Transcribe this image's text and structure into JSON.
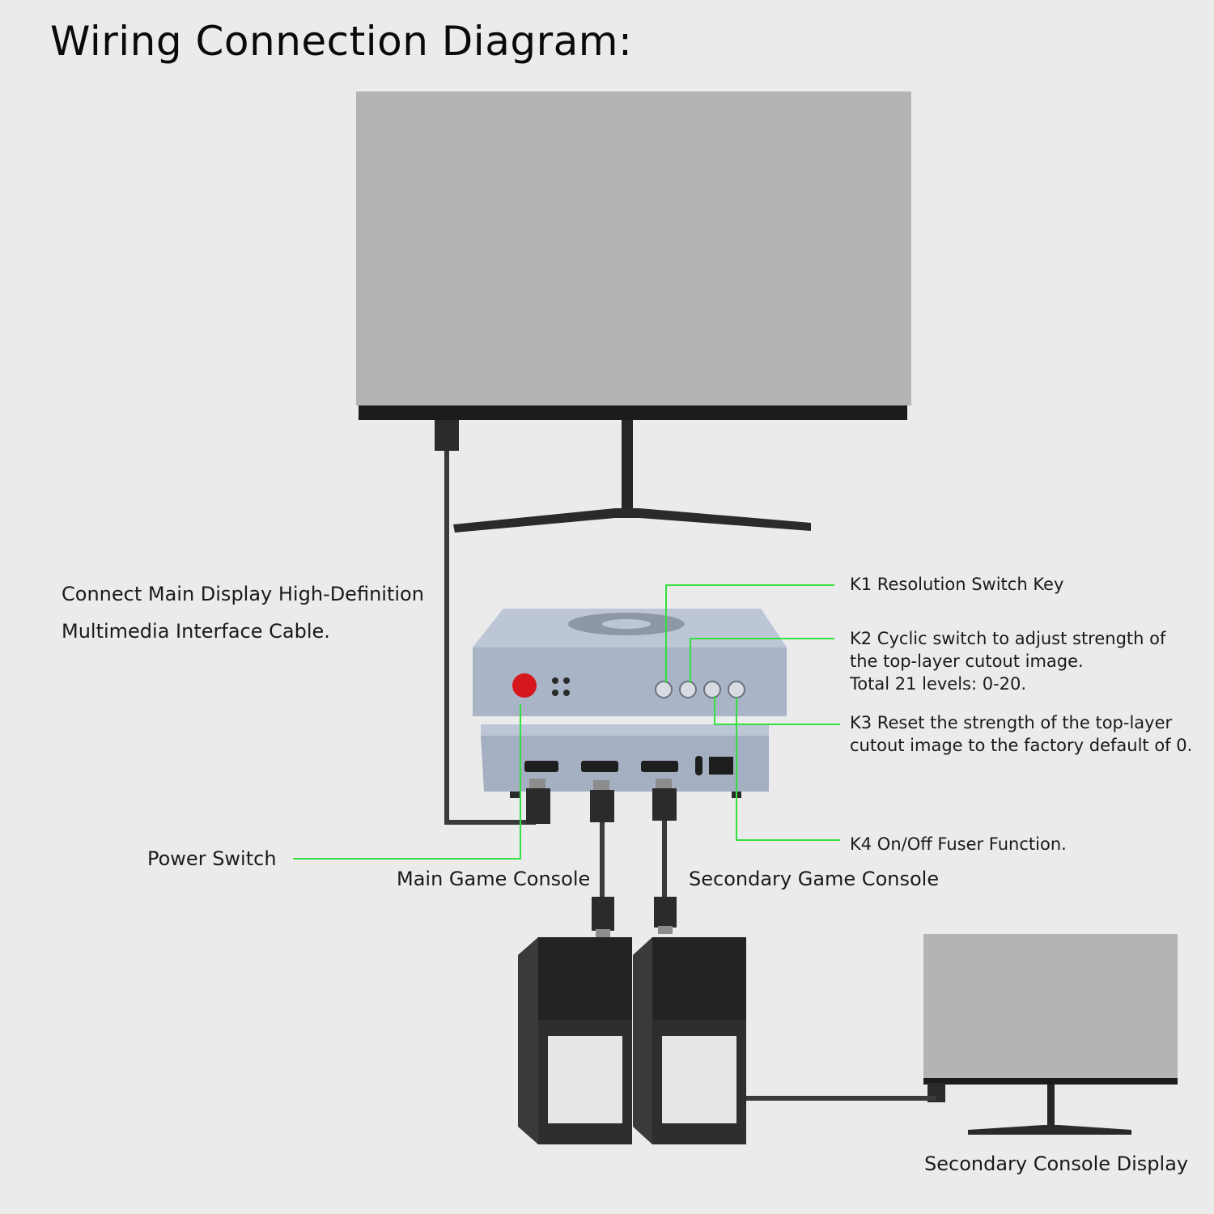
{
  "title": "Wiring Connection Diagram:",
  "labels": {
    "hdmi_cable_line1": "Connect Main Display High-Definition",
    "hdmi_cable_line2": "Multimedia Interface Cable.",
    "power_switch": "Power Switch",
    "main_console": "Main Game Console",
    "secondary_console": "Secondary Game Console",
    "secondary_display": "Secondary Console Display"
  },
  "keys": {
    "k1": [
      "K1 Resolution Switch Key"
    ],
    "k2": [
      "K2 Cyclic switch to adjust strength of",
      "the top-layer cutout image.",
      "Total 21 levels: 0-20."
    ],
    "k3": [
      "K3 Reset the strength of the top-layer",
      "cutout image to the factory default of 0."
    ],
    "k4": [
      "K4 On/Off Fuser Function."
    ]
  },
  "colors": {
    "callout_line": "#33e040",
    "device_body": "#a9b4c6",
    "power_button": "#d6171c",
    "cable": "#3a3a3a"
  }
}
